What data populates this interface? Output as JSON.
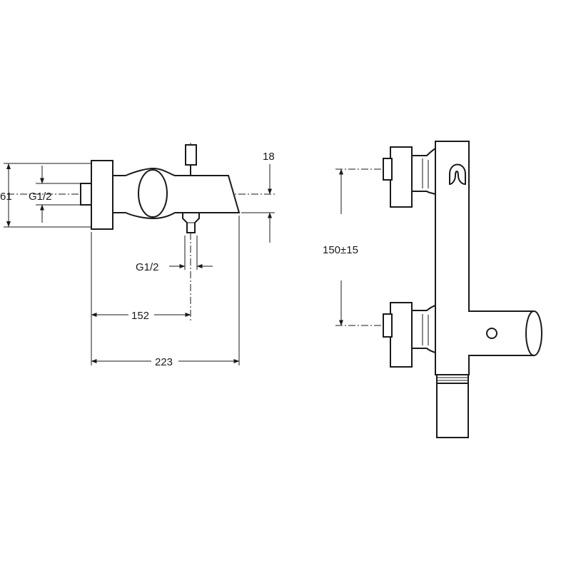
{
  "dimensions": {
    "height_total": "61",
    "inlet_thread": "G1/2",
    "outlet_offset": "18",
    "outlet_thread": "G1/2",
    "outlet_distance": "152",
    "overall_length": "223",
    "inlet_spacing": "150±15"
  }
}
